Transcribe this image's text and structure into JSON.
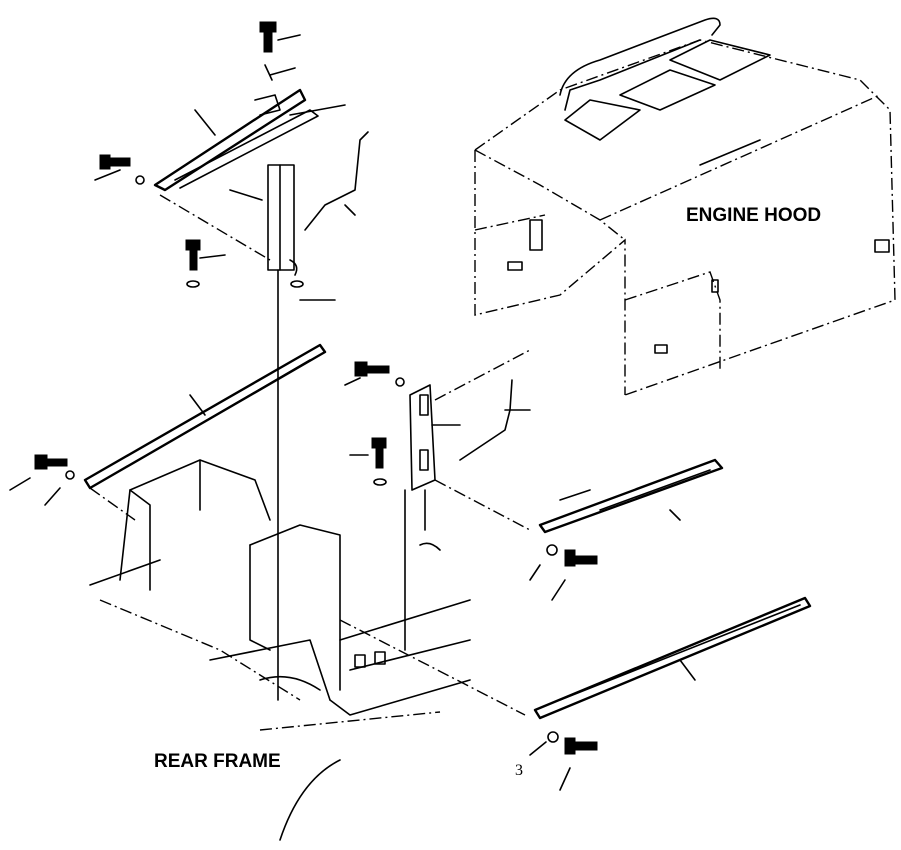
{
  "labels": {
    "engine_hood": "ENGINE HOOD",
    "rear_frame": "REAR FRAME",
    "callout_3": "3"
  }
}
